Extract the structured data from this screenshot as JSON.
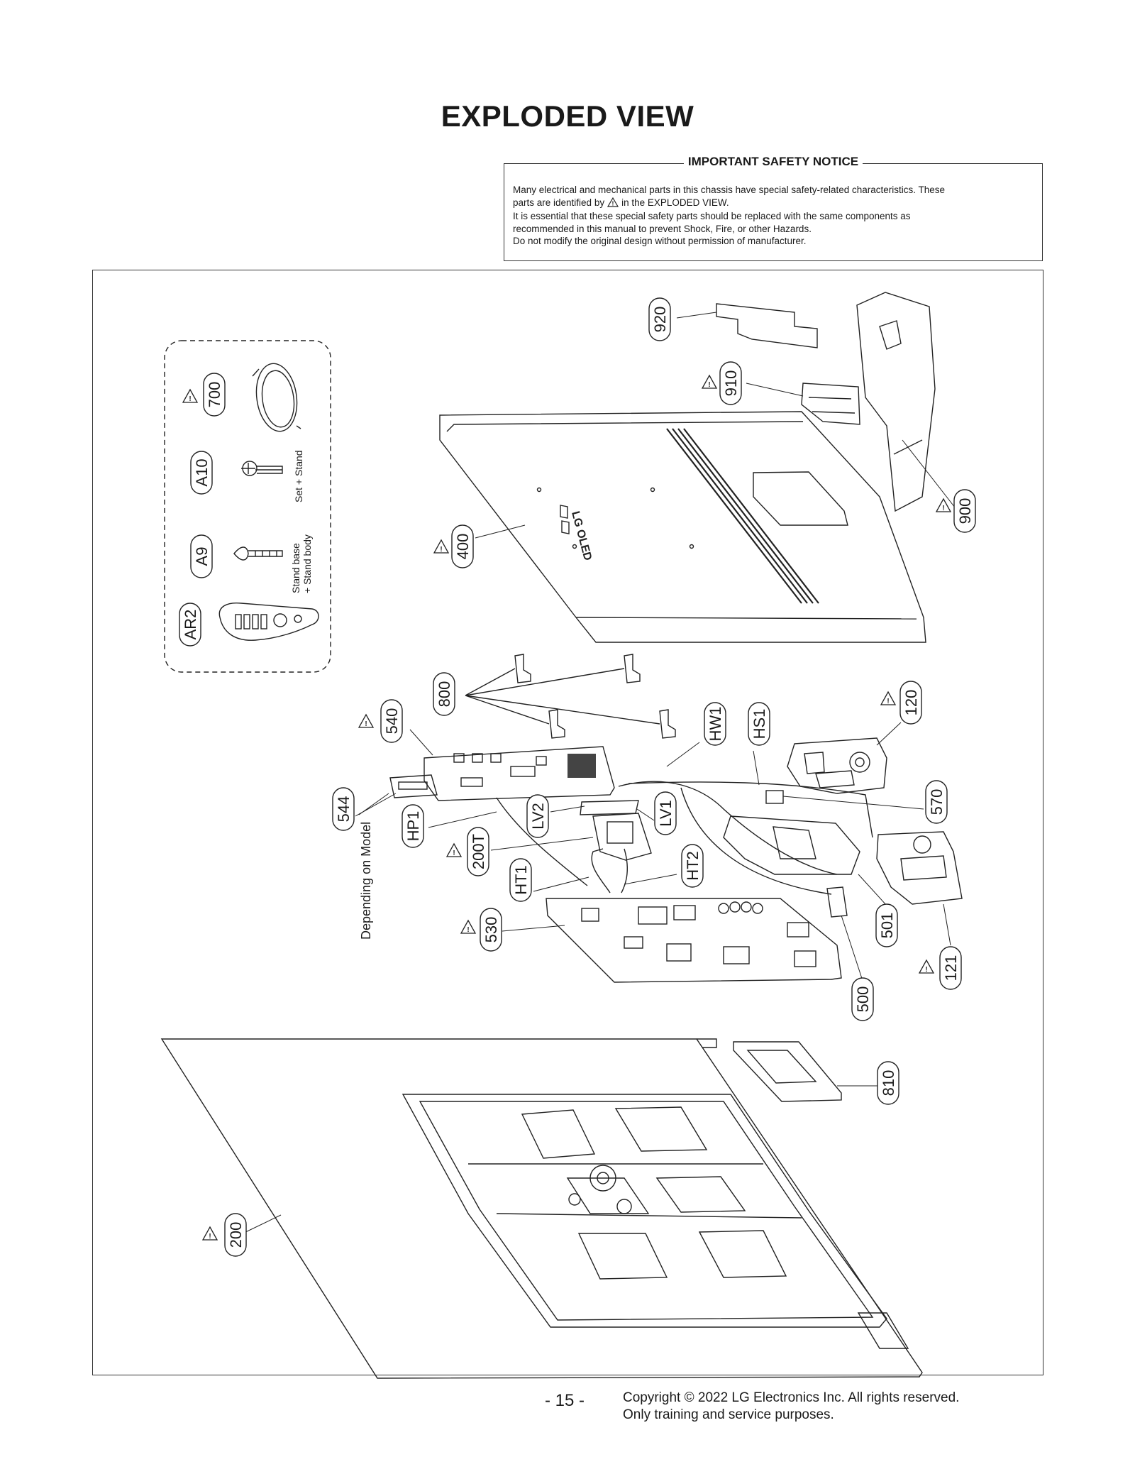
{
  "page": {
    "title": "EXPLODED VIEW",
    "page_number": "- 15 -",
    "copyright_line1": "Copyright © 2022 LG Electronics Inc. All rights reserved.",
    "copyright_line2": "Only training and service purposes."
  },
  "notice": {
    "heading": "IMPORTANT SAFETY NOTICE",
    "line1": "Many electrical and mechanical parts in this chassis have special safety-related characteristics. These",
    "line2a": "parts are identified by",
    "line2b": "in the EXPLODED VIEW.",
    "line3": "It is essential that these special safety parts should be replaced with the same components as",
    "line4": "recommended in this manual to prevent Shock, Fire, or other Hazards.",
    "line5": "Do not modify the original design without permission of manufacturer."
  },
  "parts": {
    "p920": "920",
    "p910": "910",
    "p900": "900",
    "p400": "400",
    "p700": "700",
    "pA10": "A10",
    "pA9": "A9",
    "pAR2": "AR2",
    "p800": "800",
    "p540": "540",
    "p544": "544",
    "pHP1": "HP1",
    "pLV2": "LV2",
    "pLV1": "LV1",
    "pHW1": "HW1",
    "pHS1": "HS1",
    "p120": "120",
    "p570": "570",
    "p200T": "200T",
    "pHT1": "HT1",
    "pHT2": "HT2",
    "p530": "530",
    "p501": "501",
    "p121": "121",
    "p500": "500",
    "p810": "810",
    "p200": "200"
  },
  "notes": {
    "stand": "Set + Stand",
    "stand_base": "Stand base",
    "stand_body": "+ Stand body",
    "depending": "Depending on Model"
  },
  "colors": {
    "ink": "#1a1a1a",
    "paper": "#ffffff"
  }
}
